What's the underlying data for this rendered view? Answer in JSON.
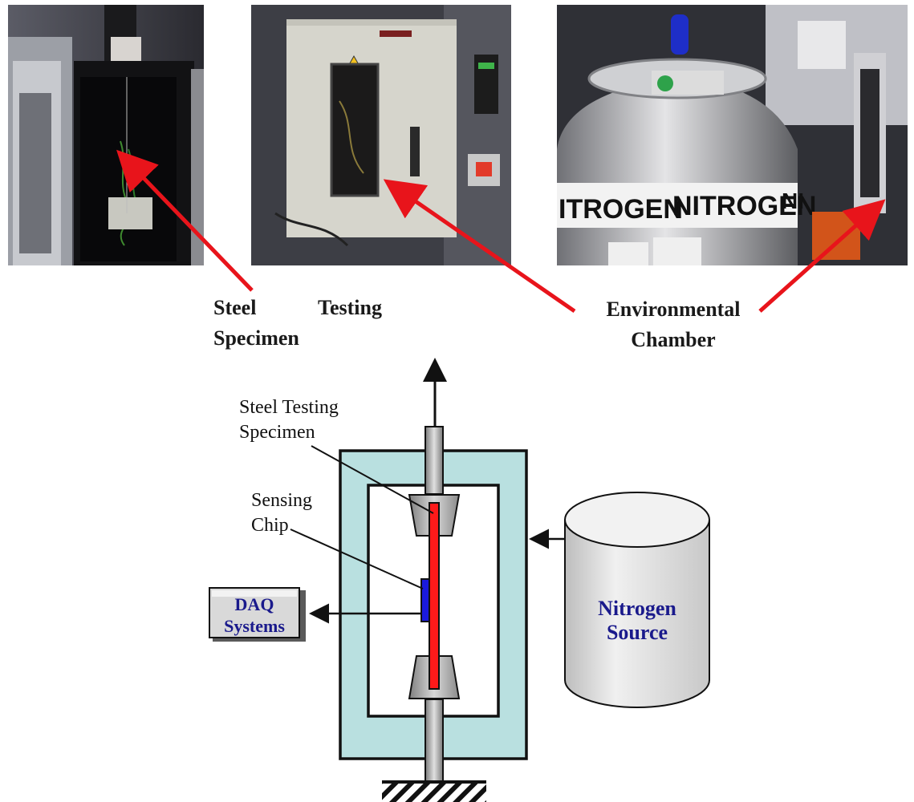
{
  "captions": {
    "steel_specimen_line1_a": "Steel",
    "steel_specimen_line1_b": "Testing",
    "steel_specimen_line2": "Specimen",
    "env_chamber_line1": "Environmental",
    "env_chamber_line2": "Chamber"
  },
  "photo_text": {
    "tank_label_1": "ITROGEN",
    "tank_label_2": "NITROGEN",
    "tank_label_3": "NI"
  },
  "diagram": {
    "specimen_label_line1": "Steel Testing",
    "specimen_label_line2": "Specimen",
    "chip_label_line1": "Sensing",
    "chip_label_line2": "Chip",
    "daq_line1": "DAQ",
    "daq_line2": "Systems",
    "nitrogen_line1": "Nitrogen",
    "nitrogen_line2": "Source"
  },
  "colors": {
    "arrow_red": "#e8141b",
    "chamber_fill": "#b9e0e0",
    "specimen_red": "#ff1a1a",
    "chip_blue": "#1a1adc",
    "label_navy": "#1a1a8c",
    "grip_gray": "#a8a8a8"
  }
}
